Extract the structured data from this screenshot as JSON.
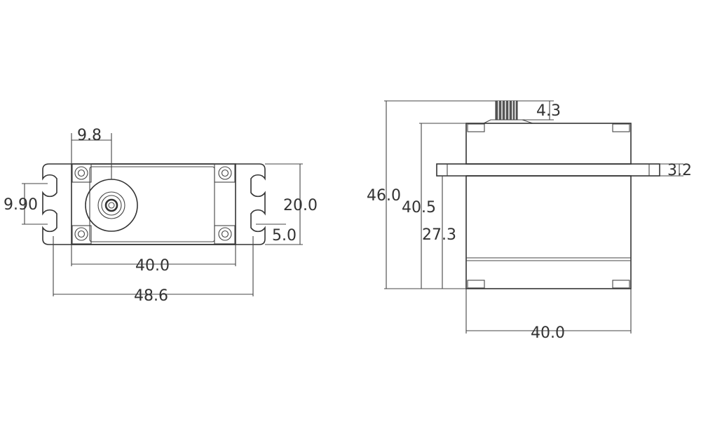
{
  "top_view": {
    "dimensions": {
      "horn_offset": "9.8",
      "hole_spacing": "9.90",
      "height": "20.0",
      "slot_width": "5.0",
      "body_length": "40.0",
      "overall_length": "48.6"
    }
  },
  "side_view": {
    "dimensions": {
      "spline_height": "4.3",
      "flange_thickness": "3.2",
      "overall_height": "46.0",
      "case_height": "40.5",
      "flange_height": "27.3",
      "body_width": "40.0"
    }
  },
  "colors": {
    "line": "#333333",
    "background": "#ffffff"
  }
}
